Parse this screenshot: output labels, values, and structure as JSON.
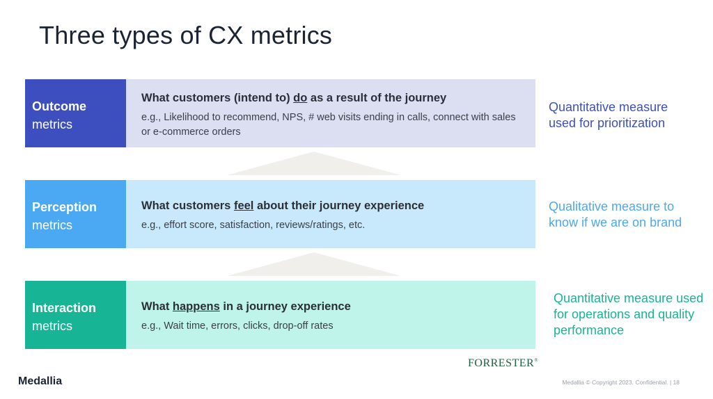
{
  "title": "Three types of CX metrics",
  "rows": [
    {
      "label_strong": "Outcome",
      "label_sub": "metrics",
      "heading_pre": "What customers (intend to) ",
      "heading_emph": "do",
      "heading_post": " as a result of the journey",
      "description": "e.g., Likelihood to recommend, NPS, # web visits ending in calls, connect with sales or e-commerce orders",
      "note": "Quantitative measure used for prioritization"
    },
    {
      "label_strong": "Perception",
      "label_sub": "metrics",
      "heading_pre": "What customers ",
      "heading_emph": "feel",
      "heading_post": " about their journey experience",
      "description": "e.g., effort score, satisfaction, reviews/ratings, etc.",
      "note": "Qualitative measure to know if we are on brand"
    },
    {
      "label_strong": "Interaction",
      "label_sub": "metrics",
      "heading_pre": "What ",
      "heading_emph": "happens",
      "heading_post": " in a journey experience",
      "description": "e.g., Wait time, errors, clicks, drop-off rates",
      "note": "Quantitative measure used for operations and quality performance"
    }
  ],
  "colors": {
    "outcome": "#3d4fbf",
    "perception": "#4ba8f2",
    "interaction": "#17b495",
    "arrow": "#f1efeb"
  },
  "logos": {
    "forrester": "FORRESTER",
    "forrester_mark": "®",
    "medallia": "Medallia"
  },
  "footer": "Medallia © Copyright 2023. Confidential.  |  18"
}
